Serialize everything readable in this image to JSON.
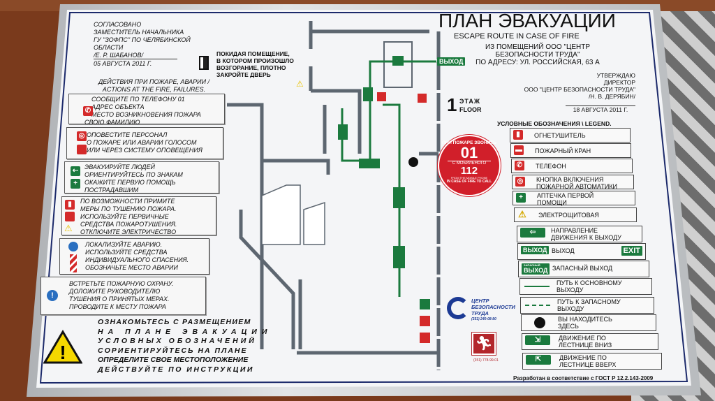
{
  "header": {
    "title": "ПЛАН ЭВАКУАЦИИ",
    "subtitle": "ESCAPE ROUTE IN CASE OF FIRE",
    "lines": [
      "ИЗ ПОМЕЩЕНИЙ ООО \"ЦЕНТР",
      "БЕЗОПАСНОСТИ ТРУДА\"",
      "ПО АДРЕСУ: УЛ. РОССИЙСКАЯ, 63 А"
    ]
  },
  "approval_left": {
    "lines": [
      "СОГЛАСОВАНО",
      "ЗАМЕСТИТЕЛЬ НАЧАЛЬНИКА",
      "ГУ \"ЗОФПС\" ПО ЧЕЛЯБИНСКОЙ",
      "ОБЛАСТИ",
      "/Е. Р. ШАБАНОВ/"
    ],
    "date": "05 АВГУСТА 2011 Г."
  },
  "approval_right": {
    "lines": [
      "УТВЕРЖДАЮ",
      "ДИРЕКТОР",
      "ООО \"ЦЕНТР БЕЗОПАСНОСТИ ТРУДА\"",
      "/Н. В. ДЕРЯБИН/"
    ],
    "date": "18 АВГУСТА 2011 Г."
  },
  "door_notice": [
    "ПОКИДАЯ ПОМЕЩЕНИЕ,",
    "В КОТОРОМ ПРОИЗОШЛО",
    "ВОЗГОРАНИЕ, ПЛОТНО",
    "ЗАКРОЙТЕ ДВЕРЬ"
  ],
  "actions_heading": [
    "ДЕЙСТВИЯ ПРИ ПОЖАРЕ, АВАРИИ /",
    "ACTIONS AT THE FIRE, FAILURES."
  ],
  "actions": [
    {
      "lines": [
        "СООБЩИТЕ ПО ТЕЛЕФОНУ 01",
        "АДРЕС ОБЪЕКТА",
        "МЕСТО ВОЗНИКНОВЕНИЯ ПОЖАРА",
        "СВОЮ ФАМИЛИЮ"
      ]
    },
    {
      "lines": [
        "ОПОВЕСТИТЕ ПЕРСОНАЛ",
        "О ПОЖАРЕ ИЛИ АВАРИИ ГОЛОСОМ",
        "ИЛИ ЧЕРЕЗ СИСТЕМУ ОПОВЕЩЕНИЯ"
      ]
    },
    {
      "lines": [
        "ЭВАКУИРУЙТЕ ЛЮДЕЙ",
        "ОРИЕНТИРУЙТЕСЬ ПО ЗНАКАМ",
        "ОКАЖИТЕ ПЕРВУЮ ПОМОЩЬ",
        "ПОСТРАДАВШИМ"
      ]
    },
    {
      "lines": [
        "ПО ВОЗМОЖНОСТИ ПРИМИТЕ",
        "МЕРЫ ПО ТУШЕНИЮ ПОЖАРА.",
        "ИСПОЛЬЗУЙТЕ ПЕРВИЧНЫЕ",
        "СРЕДСТВА ПОЖАРОТУШЕНИЯ.",
        "ОТКЛЮЧИТЕ ЭЛЕКТРИЧЕСТВО"
      ]
    },
    {
      "lines": [
        "ЛОКАЛИЗУЙТЕ АВАРИЮ.",
        "ИСПОЛЬЗУЙТЕ СРЕДСТВА",
        "ИНДИВИДУАЛЬНОГО СПАСЕНИЯ.",
        "ОБОЗНАЧЬТЕ МЕСТО АВАРИИ"
      ]
    },
    {
      "lines": [
        "ВСТРЕТЬТЕ ПОЖАРНУЮ ОХРАНУ.",
        "ДОЛОЖИТЕ РУКОВОДИТЕЛЮ",
        "ТУШЕНИЯ О ПРИНЯТЫХ МЕРАХ.",
        "ПРОВОДИТЕ К МЕСТУ ПОЖАРА"
      ]
    }
  ],
  "instructions": [
    "ОЗНАКОМЬТЕСЬ С РАЗМЕЩЕНИЕМ",
    "НА ПЛАНЕ ЭВАКУАЦИИ",
    "УСЛОВНЫХ ОБОЗНАЧЕНИЙ",
    "СОРИЕНТИРУЙТЕСЬ НА ПЛАНЕ",
    "ОПРЕДЕЛИТЕ СВОЕ МЕСТОПОЛОЖЕНИЕ",
    "ДЕЙСТВУЙТЕ ПО ИНСТРУКЦИИ"
  ],
  "floor": {
    "number": "1",
    "ru": "ЭТАЖ",
    "en": "FLOOR"
  },
  "plan": {
    "exit_label": "ВЫХОД"
  },
  "badge": {
    "top": "ПРИ ПОЖАРЕ ЗВОНИТЬ",
    "number": "01",
    "mobile_label": "С МОБИЛЬНОГО",
    "mobile_number": "112",
    "bottom": "IN CASE OF FIRE TO CALL",
    "inner_ring": "FROM THE MOBILE PHONE",
    "color": "#d11f2a"
  },
  "logo": {
    "lines": [
      "ЦЕНТР",
      "БЕЗОПАСНОСТИ",
      "ТРУДА"
    ],
    "phone": "(351) 240-08-80",
    "exit_phone": "(351) 778-99-01"
  },
  "legend": {
    "heading": "УСЛОВНЫЕ ОБОЗНАЧЕНИЯ \\ LEGEND.",
    "items": [
      {
        "icon": "fire-extinguisher",
        "label": [
          "ОГНЕТУШИТЕЛЬ"
        ]
      },
      {
        "icon": "fire-hydrant",
        "label": [
          "ПОЖАРНЫЙ КРАН"
        ]
      },
      {
        "icon": "phone",
        "label": [
          "ТЕЛЕФОН"
        ]
      },
      {
        "icon": "fire-alarm-button",
        "label": [
          "КНОПКА ВКЛЮЧЕНИЯ",
          "ПОЖАРНОЙ АВТОМАТИКИ"
        ]
      },
      {
        "icon": "first-aid",
        "label": [
          "АПТЕЧКА ПЕРВОЙ",
          "ПОМОЩИ"
        ]
      },
      {
        "icon": "electrical",
        "label": [
          "ЭЛЕКТРОЩИТОВАЯ"
        ]
      },
      {
        "icon": "exit-direction",
        "label": [
          "НАПРАВЛЕНИЕ",
          "ДВИЖЕНИЯ К ВЫХОДУ"
        ]
      },
      {
        "icon": "exit-sign",
        "label": [
          "ВЫХОД"
        ],
        "badge": "ВЫХОД",
        "extra": "EXIT"
      },
      {
        "icon": "emergency-exit-sign",
        "label": [
          "ЗАПАСНЫЙ ВЫХОД"
        ],
        "badge_top": "ЗАПАСНЫЙ",
        "badge": "ВЫХОД"
      },
      {
        "icon": "main-route-arrow",
        "label": [
          "ПУТЬ К ОСНОВНОМУ",
          "ВЫХОДУ"
        ]
      },
      {
        "icon": "spare-route-arrow",
        "label": [
          "ПУТЬ К ЗАПАСНОМУ",
          "ВЫХОДУ"
        ]
      },
      {
        "icon": "you-are-here",
        "label": [
          "ВЫ НАХОДИТЕСЬ",
          "ЗДЕСЬ"
        ]
      },
      {
        "icon": "stairs-down",
        "label": [
          "ДВИЖЕНИЕ ПО",
          "ЛЕСТНИЦЕ ВНИЗ"
        ]
      },
      {
        "icon": "stairs-up",
        "label": [
          "ДВИЖЕНИЕ ПО",
          "ЛЕСТНИЦЕ ВВЕРХ"
        ]
      }
    ]
  },
  "footer": "Разработан в соответствие с ГОСТ Р 12.2.143-2009"
}
